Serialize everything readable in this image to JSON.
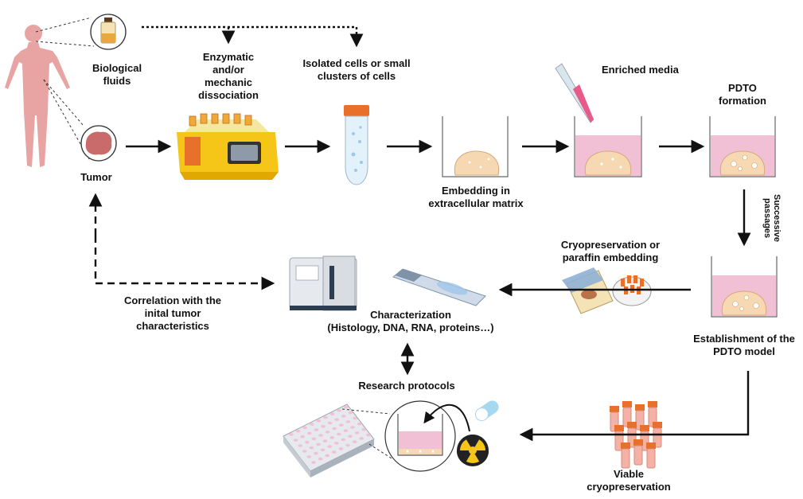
{
  "labels": {
    "biological_fluids": [
      "Biological",
      "fluids"
    ],
    "tumor": "Tumor",
    "dissociation": [
      "Enzymatic",
      "and/or",
      "mechanic",
      "dissociation"
    ],
    "isolated_cells": [
      "Isolated cells or small",
      "clusters of cells"
    ],
    "embedding": [
      "Embedding in",
      "extracellular matrix"
    ],
    "enriched_media": "Enriched media",
    "pdto_formation": [
      "PDTO",
      "formation"
    ],
    "successive_passages": [
      "Successive",
      "passages"
    ],
    "cryo_or_paraffin": [
      "Cryopreservation or",
      "paraffin embedding"
    ],
    "correlation": [
      "Correlation with the",
      "inital tumor",
      "characteristics"
    ],
    "characterization": [
      "Characterization",
      "(Histology, DNA, RNA, proteins…)"
    ],
    "establishment": [
      "Establishment of the",
      "PDTO model"
    ],
    "research_protocols": "Research protocols",
    "viable_cryo": [
      "Viable",
      "cryopreservation"
    ]
  },
  "colors": {
    "body": "#e8a3a3",
    "tumor": "#c96b6b",
    "media": "#f2c0d4",
    "matrix": "#f6d8b2",
    "device": "#f5c518",
    "device_dark": "#e0a800",
    "orange": "#e8702a",
    "tube": "#e3f1fb",
    "arrow": "#111111"
  }
}
